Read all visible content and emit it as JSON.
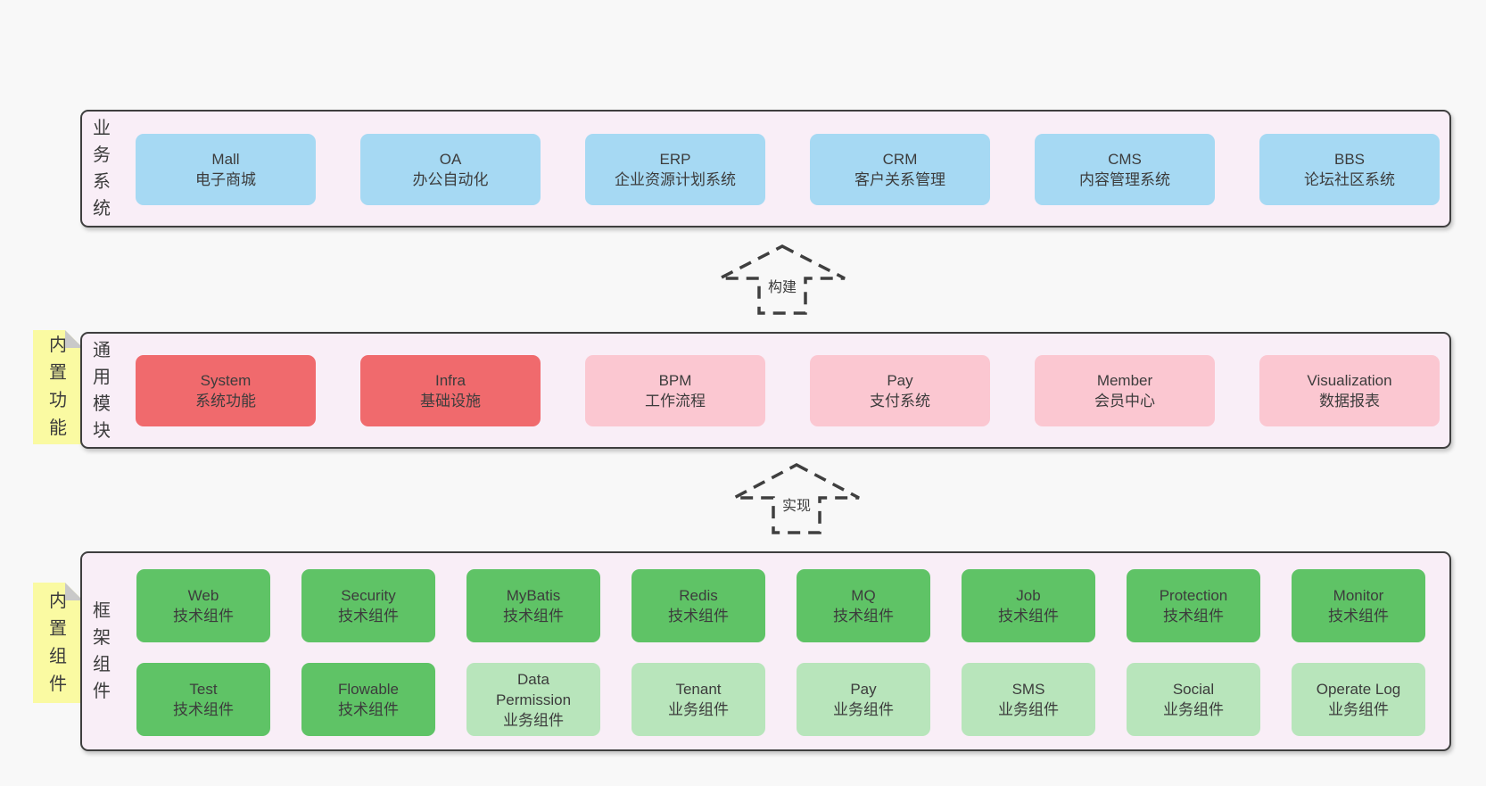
{
  "colors": {
    "page_bg": "#f8f8f8",
    "band_bg": "#f9eef7",
    "band_border": "#3f3f3f",
    "text": "#3c3c3c",
    "business_box": "#a6d9f3",
    "core_module_box": "#f06a6d",
    "optional_module_box": "#fbc7d1",
    "tech_component_box": "#5fc366",
    "biz_component_box": "#b8e5bb",
    "sticky_note": "#fafaa2",
    "sticky_fold": "#c9c9c9"
  },
  "bands": {
    "business": {
      "label": "业务系统",
      "boxes": [
        {
          "title": "Mall",
          "subtitle": "电子商城"
        },
        {
          "title": "OA",
          "subtitle": "办公自动化"
        },
        {
          "title": "ERP",
          "subtitle": "企业资源计划系统"
        },
        {
          "title": "CRM",
          "subtitle": "客户关系管理"
        },
        {
          "title": "CMS",
          "subtitle": "内容管理系统"
        },
        {
          "title": "BBS",
          "subtitle": "论坛社区系统"
        }
      ]
    },
    "modules": {
      "label": "通用模块",
      "sticky": "内置功能",
      "boxes": [
        {
          "title": "System",
          "subtitle": "系统功能"
        },
        {
          "title": "Infra",
          "subtitle": "基础设施"
        },
        {
          "title": "BPM",
          "subtitle": "工作流程"
        },
        {
          "title": "Pay",
          "subtitle": "支付系统"
        },
        {
          "title": "Member",
          "subtitle": "会员中心"
        },
        {
          "title": "Visualization",
          "subtitle": "数据报表"
        }
      ]
    },
    "components": {
      "label": "框架组件",
      "sticky": "内置组件",
      "row1": [
        {
          "title": "Web",
          "subtitle": "技术组件"
        },
        {
          "title": "Security",
          "subtitle": "技术组件"
        },
        {
          "title": "MyBatis",
          "subtitle": "技术组件"
        },
        {
          "title": "Redis",
          "subtitle": "技术组件"
        },
        {
          "title": "MQ",
          "subtitle": "技术组件"
        },
        {
          "title": "Job",
          "subtitle": "技术组件"
        },
        {
          "title": "Protection",
          "subtitle": "技术组件"
        },
        {
          "title": "Monitor",
          "subtitle": "技术组件"
        }
      ],
      "row2": [
        {
          "title": "Test",
          "subtitle": "技术组件"
        },
        {
          "title": "Flowable",
          "subtitle": "技术组件"
        },
        {
          "title": "Data Permission",
          "subtitle": "业务组件"
        },
        {
          "title": "Tenant",
          "subtitle": "业务组件"
        },
        {
          "title": "Pay",
          "subtitle": "业务组件"
        },
        {
          "title": "SMS",
          "subtitle": "业务组件"
        },
        {
          "title": "Social",
          "subtitle": "业务组件"
        },
        {
          "title": "Operate Log",
          "subtitle": "业务组件"
        }
      ]
    }
  },
  "arrows": {
    "build": {
      "label": "构建"
    },
    "implement": {
      "label": "实现"
    }
  }
}
